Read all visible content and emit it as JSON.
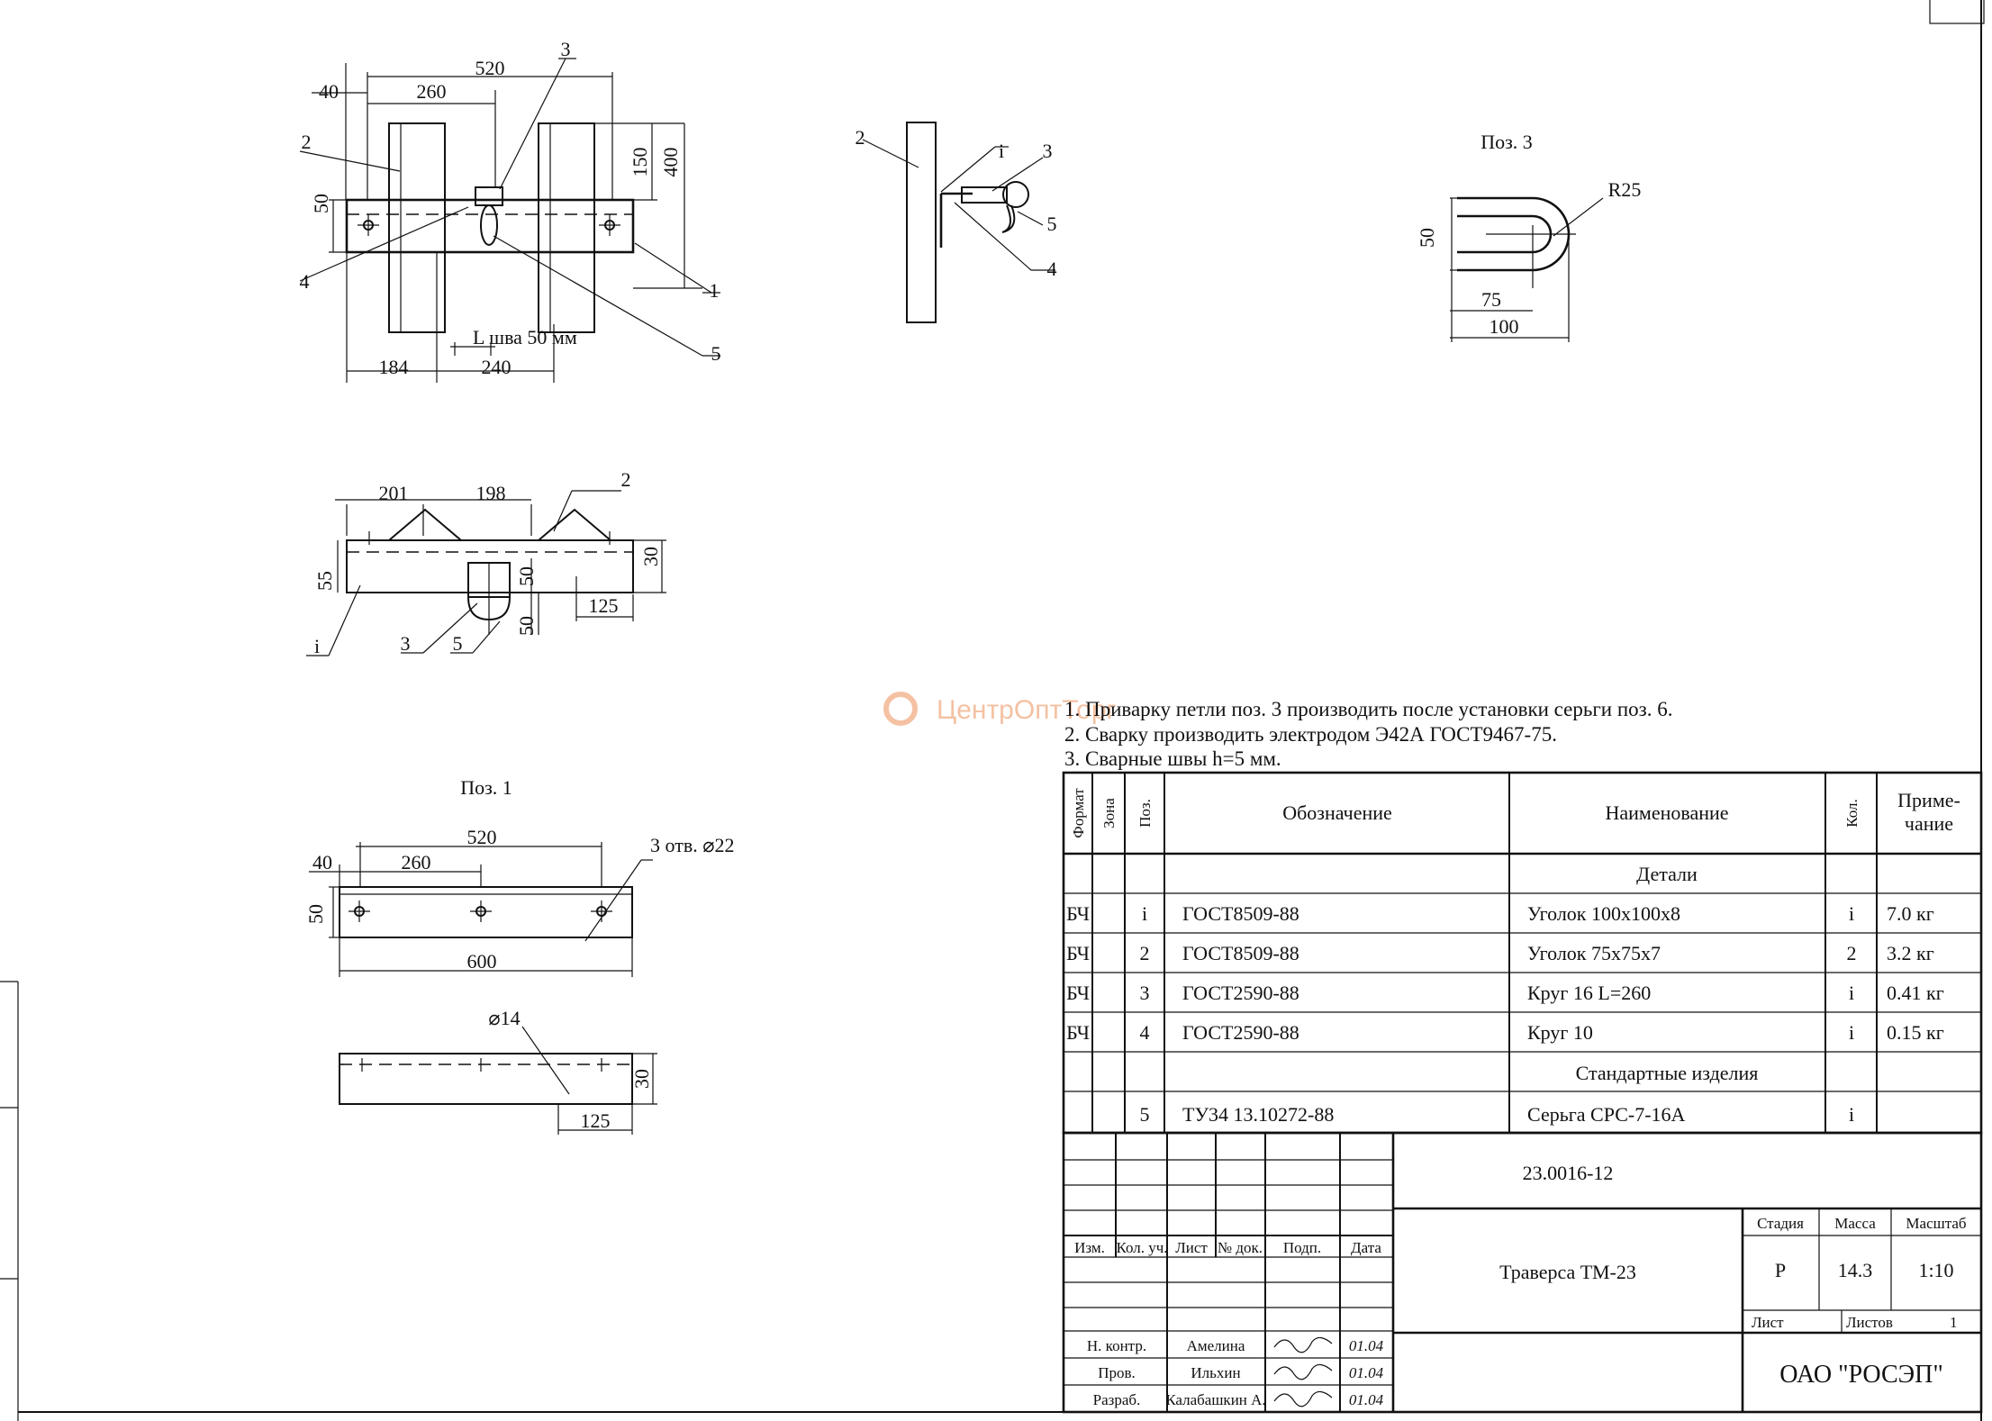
{
  "views": {
    "top": {
      "dims": {
        "d520": "520",
        "d260": "260",
        "d40": "40",
        "d150": "150",
        "d400": "400",
        "d50": "50",
        "d184": "184",
        "d240": "240"
      },
      "weld_label": "L шва 50 мм",
      "callouts": {
        "c1": "1",
        "c2": "2",
        "c3": "3",
        "c4": "4",
        "c5": "5"
      }
    },
    "front": {
      "dims": {
        "d201": "201",
        "d198": "198",
        "d30": "30",
        "d55": "55",
        "d50a": "50",
        "d50b": "50",
        "d125": "125"
      },
      "callouts": {
        "c1": "i",
        "c2": "2",
        "c3": "3",
        "c5": "5"
      }
    },
    "side": {
      "callouts": {
        "c2": "2",
        "c1": "i",
        "c3": "3",
        "c5": "5",
        "c4": "4"
      }
    },
    "pos3": {
      "title": "Поз. 3",
      "dims": {
        "r": "R25",
        "d50": "50",
        "d75": "75",
        "d100": "100"
      }
    },
    "pos1": {
      "title": "Поз. 1",
      "dims": {
        "d520": "520",
        "d40": "40",
        "d260": "260",
        "d50": "50",
        "d600": "600",
        "holes": "3 отв. ⌀22",
        "d14": "⌀14",
        "d30": "30",
        "d125": "125"
      }
    }
  },
  "notes": [
    "1. Приварку петли поз. 3 производить после установки серьги поз. 6.",
    "2. Сварку производить электродом Э42А ГОСТ9467-75.",
    "3. Сварные швы h=5 мм."
  ],
  "watermark": "ЦентрОптТорг",
  "spec_table": {
    "headers": {
      "format": "Формат",
      "zone": "Зона",
      "pos": "Поз.",
      "designation": "Обозначение",
      "name": "Наименование",
      "qty": "Кол.",
      "note": "Приме-\nчание"
    },
    "section_details": "Детали",
    "section_standard": "Стандартные изделия",
    "rows": [
      {
        "format": "БЧ",
        "pos": "i",
        "designation": "ГОСТ8509-88",
        "name": "Уголок 100х100х8",
        "qty": "i",
        "note": "7.0 кг"
      },
      {
        "format": "БЧ",
        "pos": "2",
        "designation": "ГОСТ8509-88",
        "name": "Уголок 75х75х7",
        "qty": "2",
        "note": "3.2 кг"
      },
      {
        "format": "БЧ",
        "pos": "3",
        "designation": "ГОСТ2590-88",
        "name": "Круг 16 L=260",
        "qty": "i",
        "note": "0.41 кг"
      },
      {
        "format": "БЧ",
        "pos": "4",
        "designation": "ГОСТ2590-88",
        "name": "Круг 10",
        "qty": "i",
        "note": "0.15 кг"
      },
      {
        "format": "",
        "pos": "5",
        "designation": "ТУ34 13.10272-88",
        "name": "Серьга СРС-7-16А",
        "qty": "i",
        "note": ""
      }
    ]
  },
  "title_block": {
    "doc_number": "23.0016-12",
    "title": "Траверса ТМ-23",
    "company": "ОАО \"РОСЭП\"",
    "rev_headers": {
      "izm": "Изм.",
      "kol": "Кол. уч.",
      "list": "Лист",
      "ndok": "№ док.",
      "podp": "Подп.",
      "data": "Дата"
    },
    "stage_label": "Стадия",
    "mass_label": "Масса",
    "scale_label": "Масштаб",
    "stage": "Р",
    "mass": "14.3",
    "scale": "1:10",
    "sheet_label": "Лист",
    "sheets_label": "Листов",
    "sheets": "1",
    "signatures": [
      {
        "role": "Н. контр.",
        "name": "Амелина",
        "date": "01.04"
      },
      {
        "role": "Пров.",
        "name": "Ильхин",
        "date": "01.04"
      },
      {
        "role": "Разраб.",
        "name": "Калабашкин А.",
        "date": "01.04"
      }
    ]
  }
}
